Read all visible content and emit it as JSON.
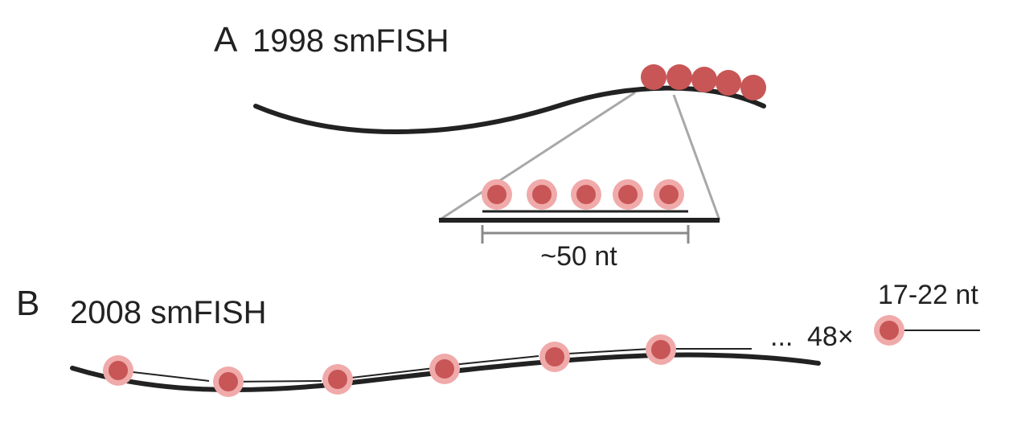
{
  "panels": [
    {
      "letter": "A",
      "title": "1998 smFISH"
    },
    {
      "letter": "B",
      "title": "2008 smFISH"
    }
  ],
  "annotations": {
    "span_label": "~50 nt",
    "probe_length": "17-22 nt",
    "ellipsis": "...",
    "multiplier": "48×"
  },
  "colors": {
    "mrna": "#222222",
    "probe_fill": "#c85656",
    "probe_halo": "#f0aaaa",
    "zoom_lines": "#999999",
    "bracket": "#888888"
  },
  "counts": {
    "a_probes_on_mrna": 5,
    "a_probes_zoomed": 5,
    "b_probes_on_mrna": 6,
    "b_total_probes": 48
  }
}
